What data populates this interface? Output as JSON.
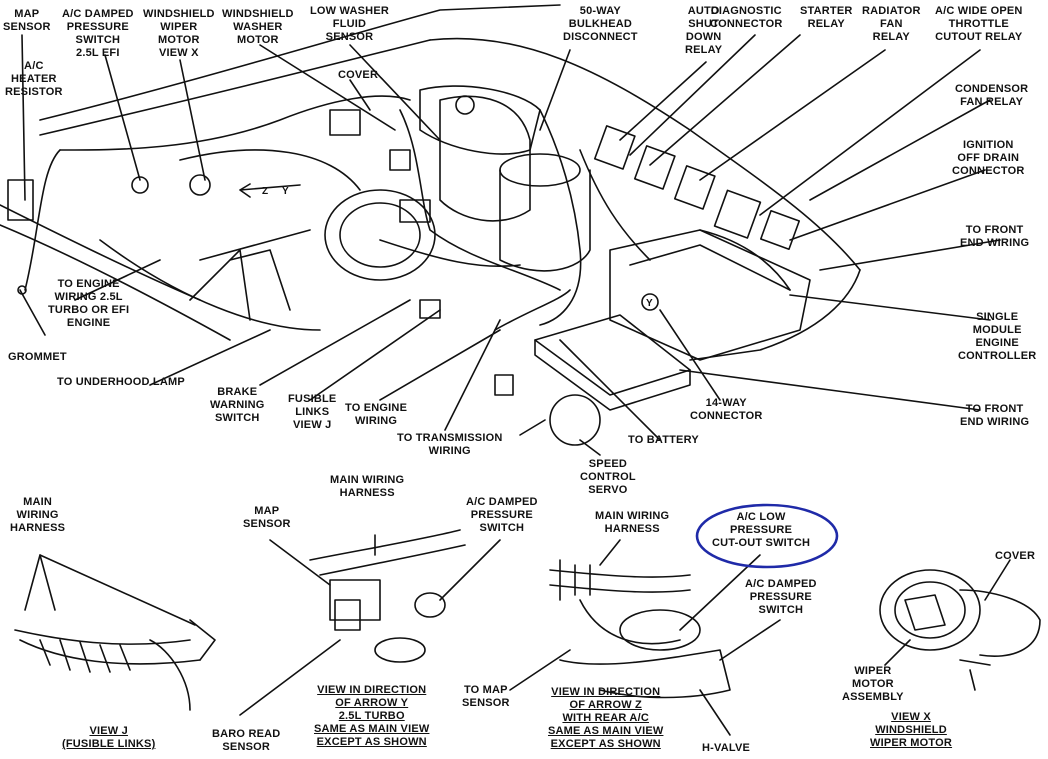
{
  "labels": {
    "map_sensor": "MAP\nSENSOR",
    "ac_damped_top": "A/C DAMPED\nPRESSURE\nSWITCH\n2.5L EFI",
    "wiper_motor_top": "WINDSHIELD\nWIPER\nMOTOR\nVIEW X",
    "washer_motor": "WINDSHIELD\nWASHER\nMOTOR",
    "low_washer": "LOW WASHER\nFLUID\nSENSOR",
    "bulkhead": "50-WAY\nBULKHEAD\nDISCONNECT",
    "auto_shutdown": "AUTO\nSHUT\nDOWN\nRELAY",
    "diagnostic": "DIAGNOSTIC\nCONNECTOR",
    "starter_relay": "STARTER\nRELAY",
    "radiator_fan": "RADIATOR\nFAN\nRELAY",
    "ac_wot": "A/C WIDE OPEN\nTHROTTLE\nCUTOUT RELAY",
    "heater_resistor": "A/C\nHEATER\nRESISTOR",
    "cover_top": "COVER",
    "condensor": "CONDENSOR\nFAN RELAY",
    "ignition_drain": "IGNITION\nOFF DRAIN\nCONNECTOR",
    "front_end_1": "TO FRONT\nEND WIRING",
    "engine_wiring_25": "TO ENGINE\nWIRING 2.5L\nTURBO OR EFI\nENGINE",
    "grommet": "GROMMET",
    "underhood": "TO UNDERHOOD LAMP",
    "brake": "BRAKE\nWARNING\nSWITCH",
    "fusible": "FUSIBLE\nLINKS\nVIEW J",
    "engine_wiring": "TO ENGINE\nWIRING",
    "transmission": "TO TRANSMISSION\nWIRING",
    "speed_control": "SPEED\nCONTROL\nSERVO",
    "battery": "TO BATTERY",
    "fourteen_way": "14-WAY\nCONNECTOR",
    "smec": "SINGLE\nMODULE\nENGINE\nCONTROLLER",
    "front_end_2": "TO FRONT\nEND WIRING",
    "main_harness_1": "MAIN\nWIRING\nHARNESS",
    "view_j": "VIEW J\n(FUSIBLE LINKS)",
    "main_harness_2": "MAIN WIRING\nHARNESS",
    "map_sensor_2": "MAP\nSENSOR",
    "ac_damped_2": "A/C DAMPED\nPRESSURE\nSWITCH",
    "baro": "BARO READ\nSENSOR",
    "view_y": "VIEW IN DIRECTION\nOF ARROW Y\n2.5L TURBO\nSAME AS MAIN VIEW\nEXCEPT AS SHOWN",
    "main_harness_3": "MAIN WIRING\nHARNESS",
    "ac_low": "A/C LOW\nPRESSURE\nCUT-OUT SWITCH",
    "ac_damped_3": "A/C DAMPED\nPRESSURE\nSWITCH",
    "to_map": "TO MAP\nSENSOR",
    "view_z": "VIEW IN DIRECTION\nOF ARROW Z\nWITH REAR A/C\nSAME AS MAIN VIEW\nEXCEPT AS SHOWN",
    "h_valve": "H-VALVE",
    "cover_2": "COVER",
    "wiper_assembly": "WIPER\nMOTOR\nASSEMBLY",
    "view_x": "VIEW X\nWINDSHIELD\nWIPER MOTOR"
  },
  "arrow_marks": {
    "z": "Z",
    "y": "Y",
    "y2": "Y"
  },
  "colors": {
    "ink": "#111111",
    "highlight": "#1f2aa8"
  }
}
